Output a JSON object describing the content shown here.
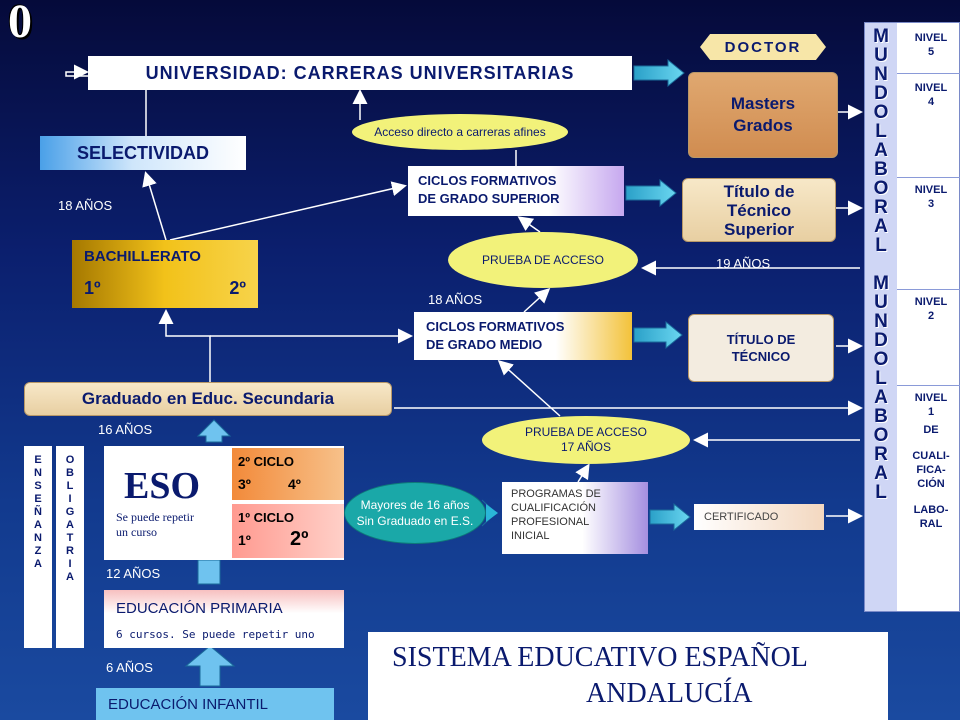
{
  "slide_number": "0",
  "universidad": "UNIVERSIDAD: CARRERAS UNIVERSITARIAS",
  "selectividad": "SELECTIVIDAD",
  "doctor": "DOCTOR",
  "masters": {
    "line1": "Masters",
    "line2": "Grados"
  },
  "acceso_directo": "Acceso directo a carreras afines",
  "ciclo_superior": {
    "line1": "CICLOS FORMATIVOS",
    "line2": "DE GRADO SUPERIOR"
  },
  "titulo_superior": {
    "line1": "Título de",
    "line2": "Técnico",
    "line3": "Superior"
  },
  "prueba_acceso_1": "PRUEBA DE ACCESO",
  "bachillerato": {
    "title": "BACHILLERATO",
    "year1": "1º",
    "year2": "2º"
  },
  "ciclo_medio": {
    "line1": "CICLOS FORMATIVOS",
    "line2": "DE GRADO MEDIO"
  },
  "titulo_tecnico": {
    "line1": "TÍTULO DE",
    "line2": "TÉCNICO"
  },
  "graduado": "Graduado en Educ. Secundaria",
  "prueba_acceso_2": {
    "line1": "PRUEBA DE ACCESO",
    "line2": "17 AÑOS"
  },
  "eso": {
    "title": "ESO",
    "note_line1": "Se puede repetir",
    "note_line2": "un curso",
    "ciclo2": {
      "title": "2º CICLO",
      "a": "3º",
      "b": "4º"
    },
    "ciclo1": {
      "title": "1º CICLO",
      "a": "1º",
      "b": "2º"
    }
  },
  "ensenanza": [
    "E",
    "N",
    "S",
    "E",
    "Ñ",
    "A",
    "N",
    "Z",
    "A"
  ],
  "obligatoria": [
    "O",
    "B",
    "L",
    "I",
    "G",
    "A",
    "T",
    "R",
    "I",
    "A"
  ],
  "mayores": {
    "line1": "Mayores de 16 años",
    "line2": "Sin Graduado en E.S."
  },
  "pcpi": [
    "PROGRAMAS DE",
    "CUALIFICACIÓN",
    "PROFESIONAL",
    "INICIAL"
  ],
  "certificado": "CERTIFICADO",
  "primaria": {
    "title": "EDUCACIÓN PRIMARIA",
    "subtitle": "6 cursos. Se puede repetir uno"
  },
  "infantil": "EDUCACIÓN INFANTIL",
  "ages": {
    "a18_left": "18 AÑOS",
    "a19": "19 AÑOS",
    "a18_mid": "18 AÑOS",
    "a16": "16 AÑOS",
    "a12": "12 AÑOS",
    "a6": "6 AÑOS"
  },
  "mundo_laboral": [
    "M",
    "U",
    "N",
    "D",
    "O",
    "L",
    "A",
    "B",
    "O",
    "R",
    "A",
    "L",
    " ",
    "M",
    "U",
    "N",
    "D",
    "O",
    "L",
    "A",
    "B",
    "O",
    "R",
    "A",
    "L"
  ],
  "niveles": {
    "n5": {
      "label": "NIVEL",
      "num": "5"
    },
    "n4": {
      "label": "NIVEL",
      "num": "4"
    },
    "n3": {
      "label": "NIVEL",
      "num": "3"
    },
    "n2": {
      "label": "NIVEL",
      "num": "2"
    },
    "n1": {
      "label": "NIVEL",
      "num": "1",
      "de": "DE",
      "cuali": [
        "CUALI-",
        "FICA-",
        "CIÓN"
      ],
      "laboral": [
        "LABO-",
        "RAL"
      ]
    }
  },
  "title": {
    "line1": "SISTEMA EDUCATIVO ESPAÑOL",
    "line2": "ANDALUCÍA"
  },
  "colors": {
    "background": "#0b1f6e",
    "accent_yellow": "#f2f27a",
    "arrow_teal": "#2ab6d8",
    "text_navy": "#0a1a6e"
  }
}
